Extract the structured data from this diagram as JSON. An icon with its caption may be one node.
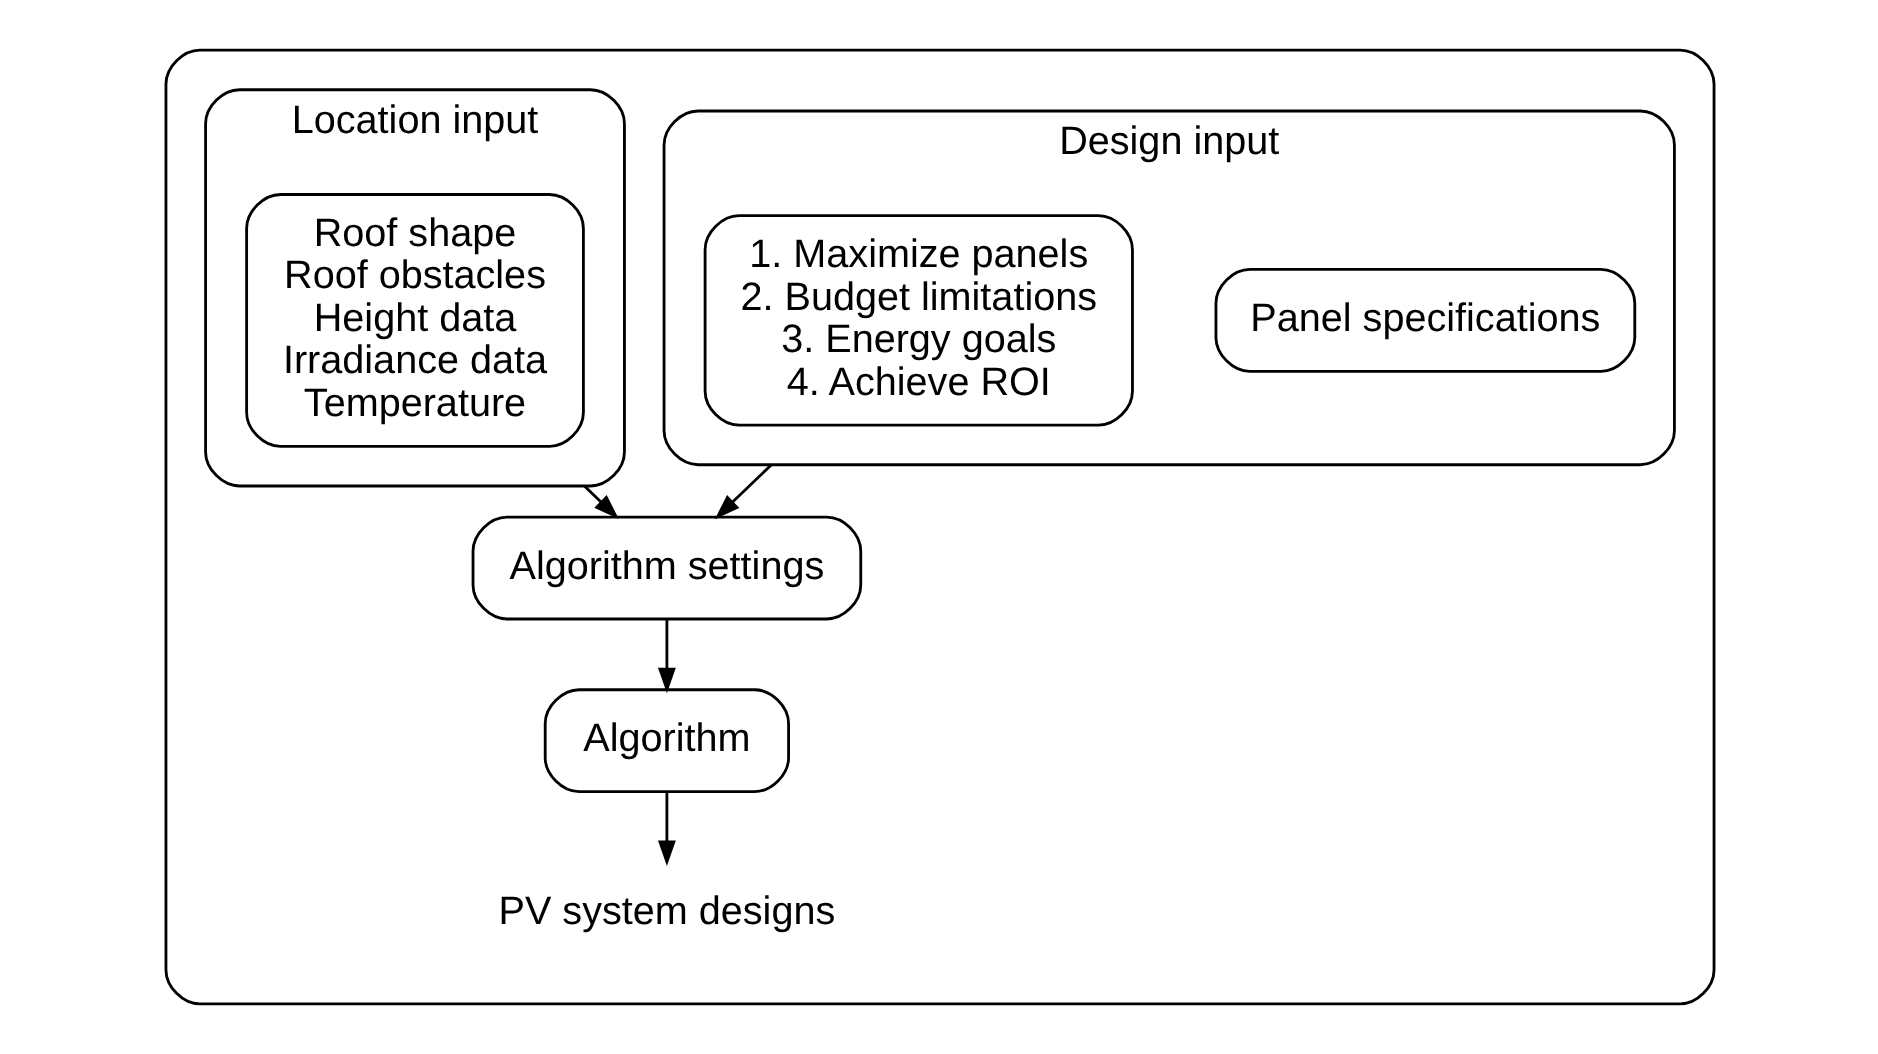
{
  "diagram": {
    "nodes": [
      {
        "text": [],
        "shape": "box"
      },
      {
        "text": [
          "Location input"
        ],
        "in": 0
      },
      {
        "text": [
          "Roof shape",
          "Roof obstacles",
          "Height data",
          "Irradiance data",
          "Temperature"
        ],
        "in": 1
      },
      {
        "text": [
          "Design input"
        ],
        "in": 0
      },
      {
        "text": [
          "1. Maximize panels",
          "2. Budget limitations",
          "3. Energy goals",
          "4. Achieve ROI"
        ],
        "in": 3
      },
      {
        "text": [
          "Panel specifications"
        ],
        "in": 3
      },
      {
        "text": [
          "Algorithm settings"
        ],
        "in": 0
      },
      {
        "text": [
          "Algorithm"
        ],
        "in": 0
      },
      {
        "text": [
          "PV system designs"
        ],
        "in": 0
      }
    ],
    "edges": [
      {
        "from": 1,
        "to": 6,
        "arrow": "to"
      },
      {
        "from": 3,
        "to": 6,
        "arrow": "to"
      },
      {
        "from": 6,
        "to": 7,
        "arrow": "to"
      },
      {
        "from": 7,
        "to": 8,
        "arrow": "to"
      }
    ]
  }
}
